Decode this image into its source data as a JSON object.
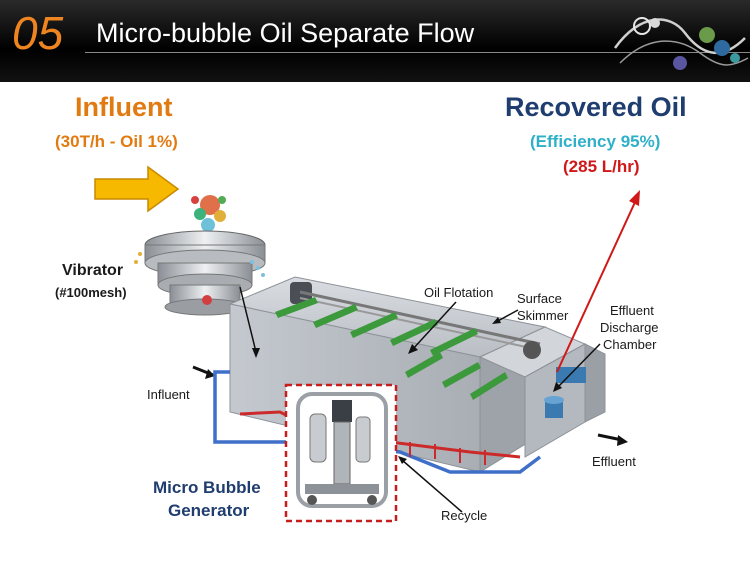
{
  "header": {
    "slide_number": "05",
    "title": "Micro-bubble Oil Separate Flow"
  },
  "influent": {
    "title": "Influent",
    "subtitle": "(30T/h - Oil 1%)"
  },
  "recovered_oil": {
    "title": "Recovered Oil",
    "efficiency": "(Efficiency 95%)",
    "flow_rate": "(285 L/hr)"
  },
  "labels": {
    "vibrator": "Vibrator",
    "mesh": "(#100mesh)",
    "influent": "Influent",
    "micro_bubble_1": "Micro Bubble",
    "micro_bubble_2": "Generator",
    "oil_flotation": "Oil Flotation",
    "surface_skimmer_1": "Surface",
    "surface_skimmer_2": "Skimmer",
    "effluent_chamber_1": "Effluent",
    "effluent_chamber_2": "Discharge",
    "effluent_chamber_3": "Chamber",
    "effluent": "Effluent",
    "recycle": "Recycle"
  },
  "colors": {
    "orange": "#e27a12",
    "navy": "#1f3d6e",
    "cyan": "#2fb0c8",
    "red": "#d01818",
    "arrow_yellow": "#f7b800",
    "skimmer_green": "#3c9a3c",
    "pipe_blue": "#3f6fc9",
    "pipe_red": "#cc2a2a"
  }
}
